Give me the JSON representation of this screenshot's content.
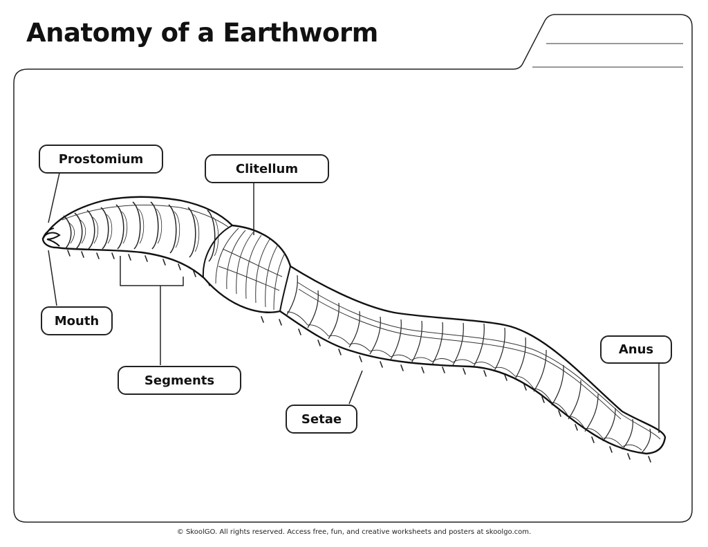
{
  "title": "Anatomy of a Earthworm",
  "labels": {
    "prostomium": "Prostomium",
    "clitellum": "Clitellum",
    "mouth": "Mouth",
    "segments": "Segments",
    "setae": "Setae",
    "anus": "Anus"
  },
  "footer": "© SkoolGO. All rights reserved. Access free, fun, and creative worksheets and posters at skoolgo.com."
}
